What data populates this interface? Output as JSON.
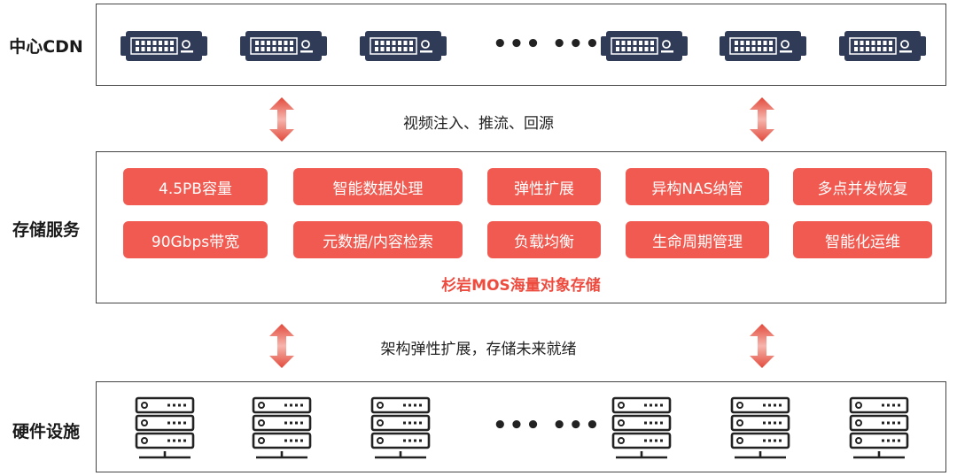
{
  "layers": {
    "cdn_label": "中心CDN",
    "storage_label": "存储服务",
    "hardware_label": "硬件设施"
  },
  "connectors": {
    "upper_text": "视频注入、推流、回源",
    "lower_text": "架构弹性扩展，存储未来就绪"
  },
  "cdn": {
    "ellipsis": "•••  •••",
    "rack_count": 6,
    "icon": "rack-server-icon"
  },
  "storage": {
    "title": "杉岩MOS海量对象存储",
    "features_row1": [
      "4.5PB容量",
      "智能数据处理",
      "弹性扩展",
      "异构NAS纳管",
      "多点并发恢复"
    ],
    "features_row2": [
      "90Gbps带宽",
      "元数据/内容检索",
      "负载均衡",
      "生命周期管理",
      "智能化运维"
    ]
  },
  "hardware": {
    "ellipsis": "•••  •••",
    "server_count": 6,
    "icon": "server-stack-icon"
  },
  "colors": {
    "accent": "#f15a50",
    "title_red": "#ee4b3f",
    "rack_dark": "#2f3b57",
    "arrow_red": "#e8584a"
  }
}
